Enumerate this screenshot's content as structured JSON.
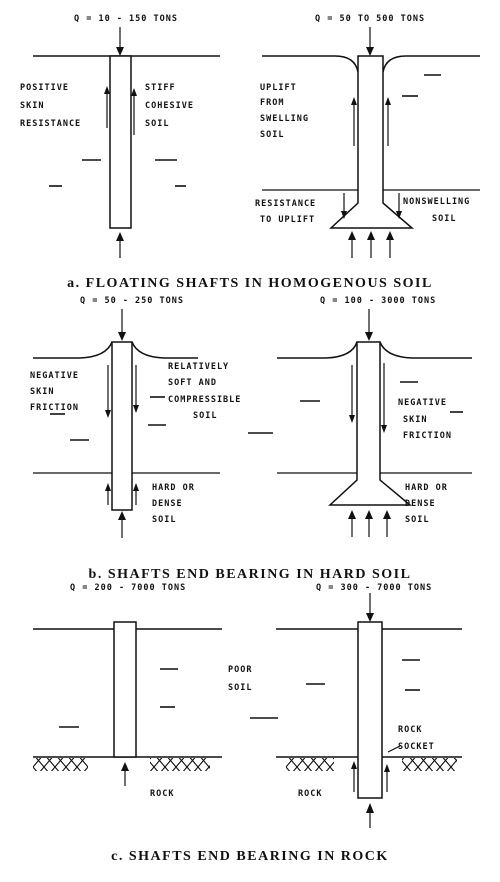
{
  "panel_a": {
    "left": {
      "load": "Q = 10 - 150 TONS",
      "label_left": [
        "POSITIVE",
        "SKIN",
        "RESISTANCE"
      ],
      "label_right": [
        "STIFF",
        "COHESIVE",
        "SOIL"
      ]
    },
    "right": {
      "load": "Q = 50 TO 500 TONS",
      "label_shaft": [
        "UPLIFT",
        "FROM",
        "SWELLING",
        "SOIL"
      ],
      "label_bell_left": [
        "RESISTANCE",
        "TO UPLIFT"
      ],
      "label_bell_right": [
        "NONSWELLING",
        "SOIL"
      ]
    },
    "caption": "a.  FLOATING SHAFTS IN HOMOGENOUS SOIL"
  },
  "panel_b": {
    "left": {
      "load": "Q = 50 - 250 TONS",
      "label_left": [
        "NEGATIVE",
        "SKIN",
        "FRICTION"
      ],
      "label_middle": [
        "RELATIVELY",
        "SOFT AND",
        "COMPRESSIBLE",
        "SOIL"
      ],
      "label_bottom": [
        "HARD OR",
        "DENSE",
        "SOIL"
      ]
    },
    "right": {
      "load": "Q = 100 - 3000 TONS",
      "label_right": [
        "NEGATIVE",
        "SKIN",
        "FRICTION"
      ],
      "label_bottom": [
        "HARD OR",
        "DENSE",
        "SOIL"
      ]
    },
    "caption": "b.  SHAFTS END BEARING IN HARD SOIL"
  },
  "panel_c": {
    "left": {
      "load": "Q = 200 - 7000 TONS",
      "label_rock": "ROCK"
    },
    "middle_label": [
      "POOR",
      "SOIL"
    ],
    "right": {
      "load": "Q = 300 - 7000 TONS",
      "label_socket": [
        "ROCK",
        "SOCKET"
      ],
      "label_rock": "ROCK"
    },
    "caption": "c.  SHAFTS END BEARING IN ROCK"
  }
}
